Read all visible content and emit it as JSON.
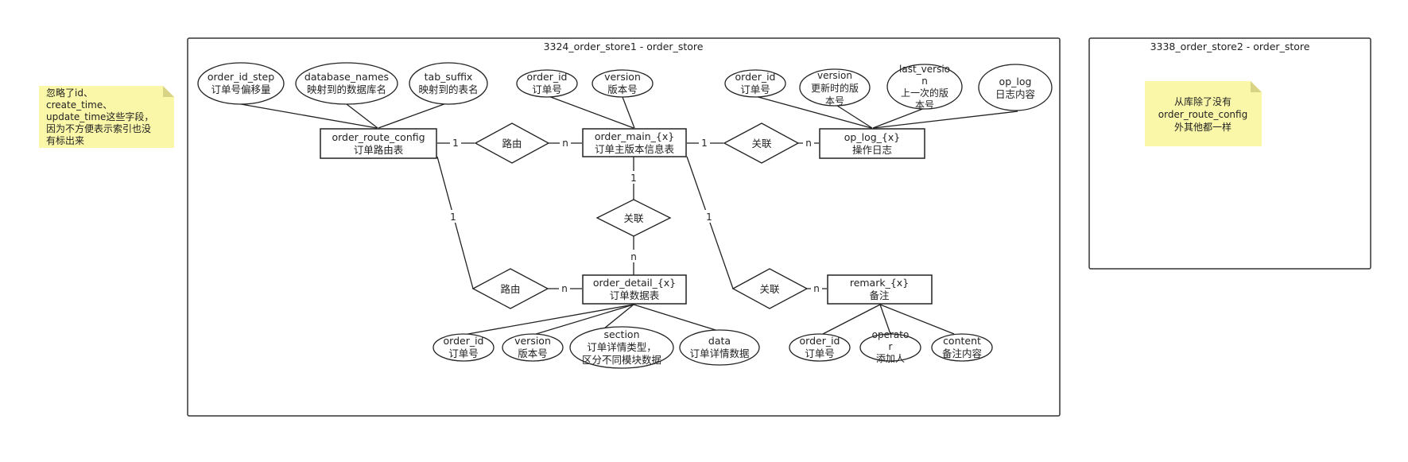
{
  "frames": {
    "store1_title": "3324_order_store1 - order_store",
    "store2_title": "3338_order_store2 - order_store"
  },
  "notes": {
    "left": [
      "忽略了id、",
      "create_time、",
      "update_time这些字段，",
      "因为不方便表示索引也没",
      "有标出来"
    ],
    "right": [
      "从库除了没有",
      "order_route_config",
      "外其他都一样"
    ]
  },
  "entities": {
    "route_config": [
      "order_route_config",
      "订单路由表"
    ],
    "order_main": [
      "order_main_{x}",
      "订单主版本信息表"
    ],
    "op_log": [
      "op_log_{x}",
      "操作日志"
    ],
    "order_detail": [
      "order_detail_{x}",
      "订单数据表"
    ],
    "remark": [
      "remark_{x}",
      "备注"
    ]
  },
  "relationships": {
    "r1": "路由",
    "r2": "关联",
    "r3": "关联",
    "r4": "路由",
    "r5": "关联"
  },
  "attributes": {
    "rc_step": [
      "order_id_step",
      "订单号偏移量"
    ],
    "rc_db": [
      "database_names",
      "映射到的数据库名"
    ],
    "rc_tab": [
      "tab_suffix",
      "映射到的表名"
    ],
    "om_id": [
      "order_id",
      "订单号"
    ],
    "om_ver": [
      "version",
      "版本号"
    ],
    "ol_id": [
      "order_id",
      "订单号"
    ],
    "ol_ver": [
      "version",
      "更新时的版",
      "本号"
    ],
    "ol_last": [
      "last_versio",
      "n",
      "上一次的版",
      "本号"
    ],
    "ol_log": [
      "op_log",
      "日志内容"
    ],
    "od_id": [
      "order_id",
      "订单号"
    ],
    "od_ver": [
      "version",
      "版本号"
    ],
    "od_sec": [
      "section",
      "订单详情类型，",
      "区分不同模块数据"
    ],
    "od_data": [
      "data",
      "订单详情数据"
    ],
    "rm_id": [
      "order_id",
      "订单号"
    ],
    "rm_op": [
      "operato",
      "r",
      "添加人"
    ],
    "rm_content": [
      "content",
      "备注内容"
    ]
  },
  "cardinality": {
    "c1": "1",
    "c2": "n",
    "c3": "1",
    "c4": "n",
    "c5": "1",
    "c6": "n",
    "c7": "1",
    "c8": "n",
    "c9": "1",
    "c10": "n"
  }
}
